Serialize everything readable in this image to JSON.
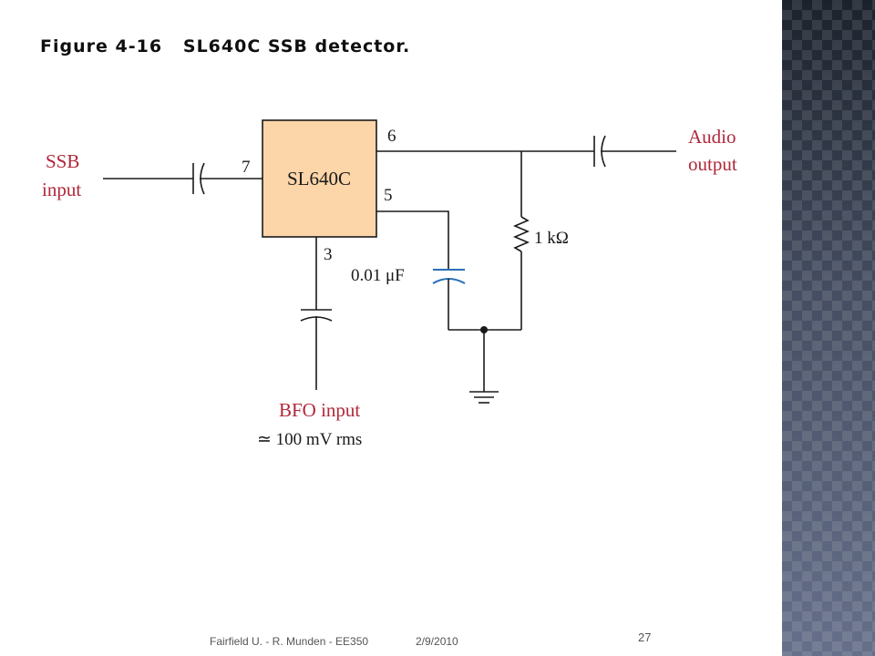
{
  "slide": {
    "title": "Figure 4-16   SL640C SSB detector."
  },
  "diagram": {
    "chip_label": "SL640C",
    "pins": {
      "p6": "6",
      "p7": "7",
      "p5": "5",
      "p3": "3"
    },
    "ssb_input": {
      "line1": "SSB",
      "line2": "input"
    },
    "audio_output": {
      "line1": "Audio",
      "line2": "output"
    },
    "resistor": "1 kΩ",
    "capacitor": "0.01 μF",
    "bfo": {
      "line1": "BFO input",
      "line2": "≃ 100 mV rms"
    },
    "colors": {
      "chip_fill": "#fcd5a8",
      "label_red": "#b0273a",
      "cap_blue": "#2a6fb8"
    }
  },
  "footer": {
    "left": "Fairfield U. -  R. Munden - EE350",
    "date": "2/9/2010",
    "page": "27"
  }
}
